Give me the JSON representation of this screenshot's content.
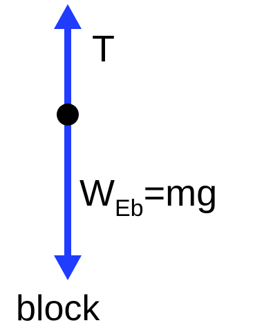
{
  "diagram": {
    "colors": {
      "arrow": "#1f3cff",
      "point": "#000000",
      "text": "#000000",
      "background": "#ffffff"
    },
    "labels": {
      "tension": "T",
      "weight_main": "W",
      "weight_sub": "Eb",
      "weight_rest": "=mg",
      "object": "block"
    }
  }
}
